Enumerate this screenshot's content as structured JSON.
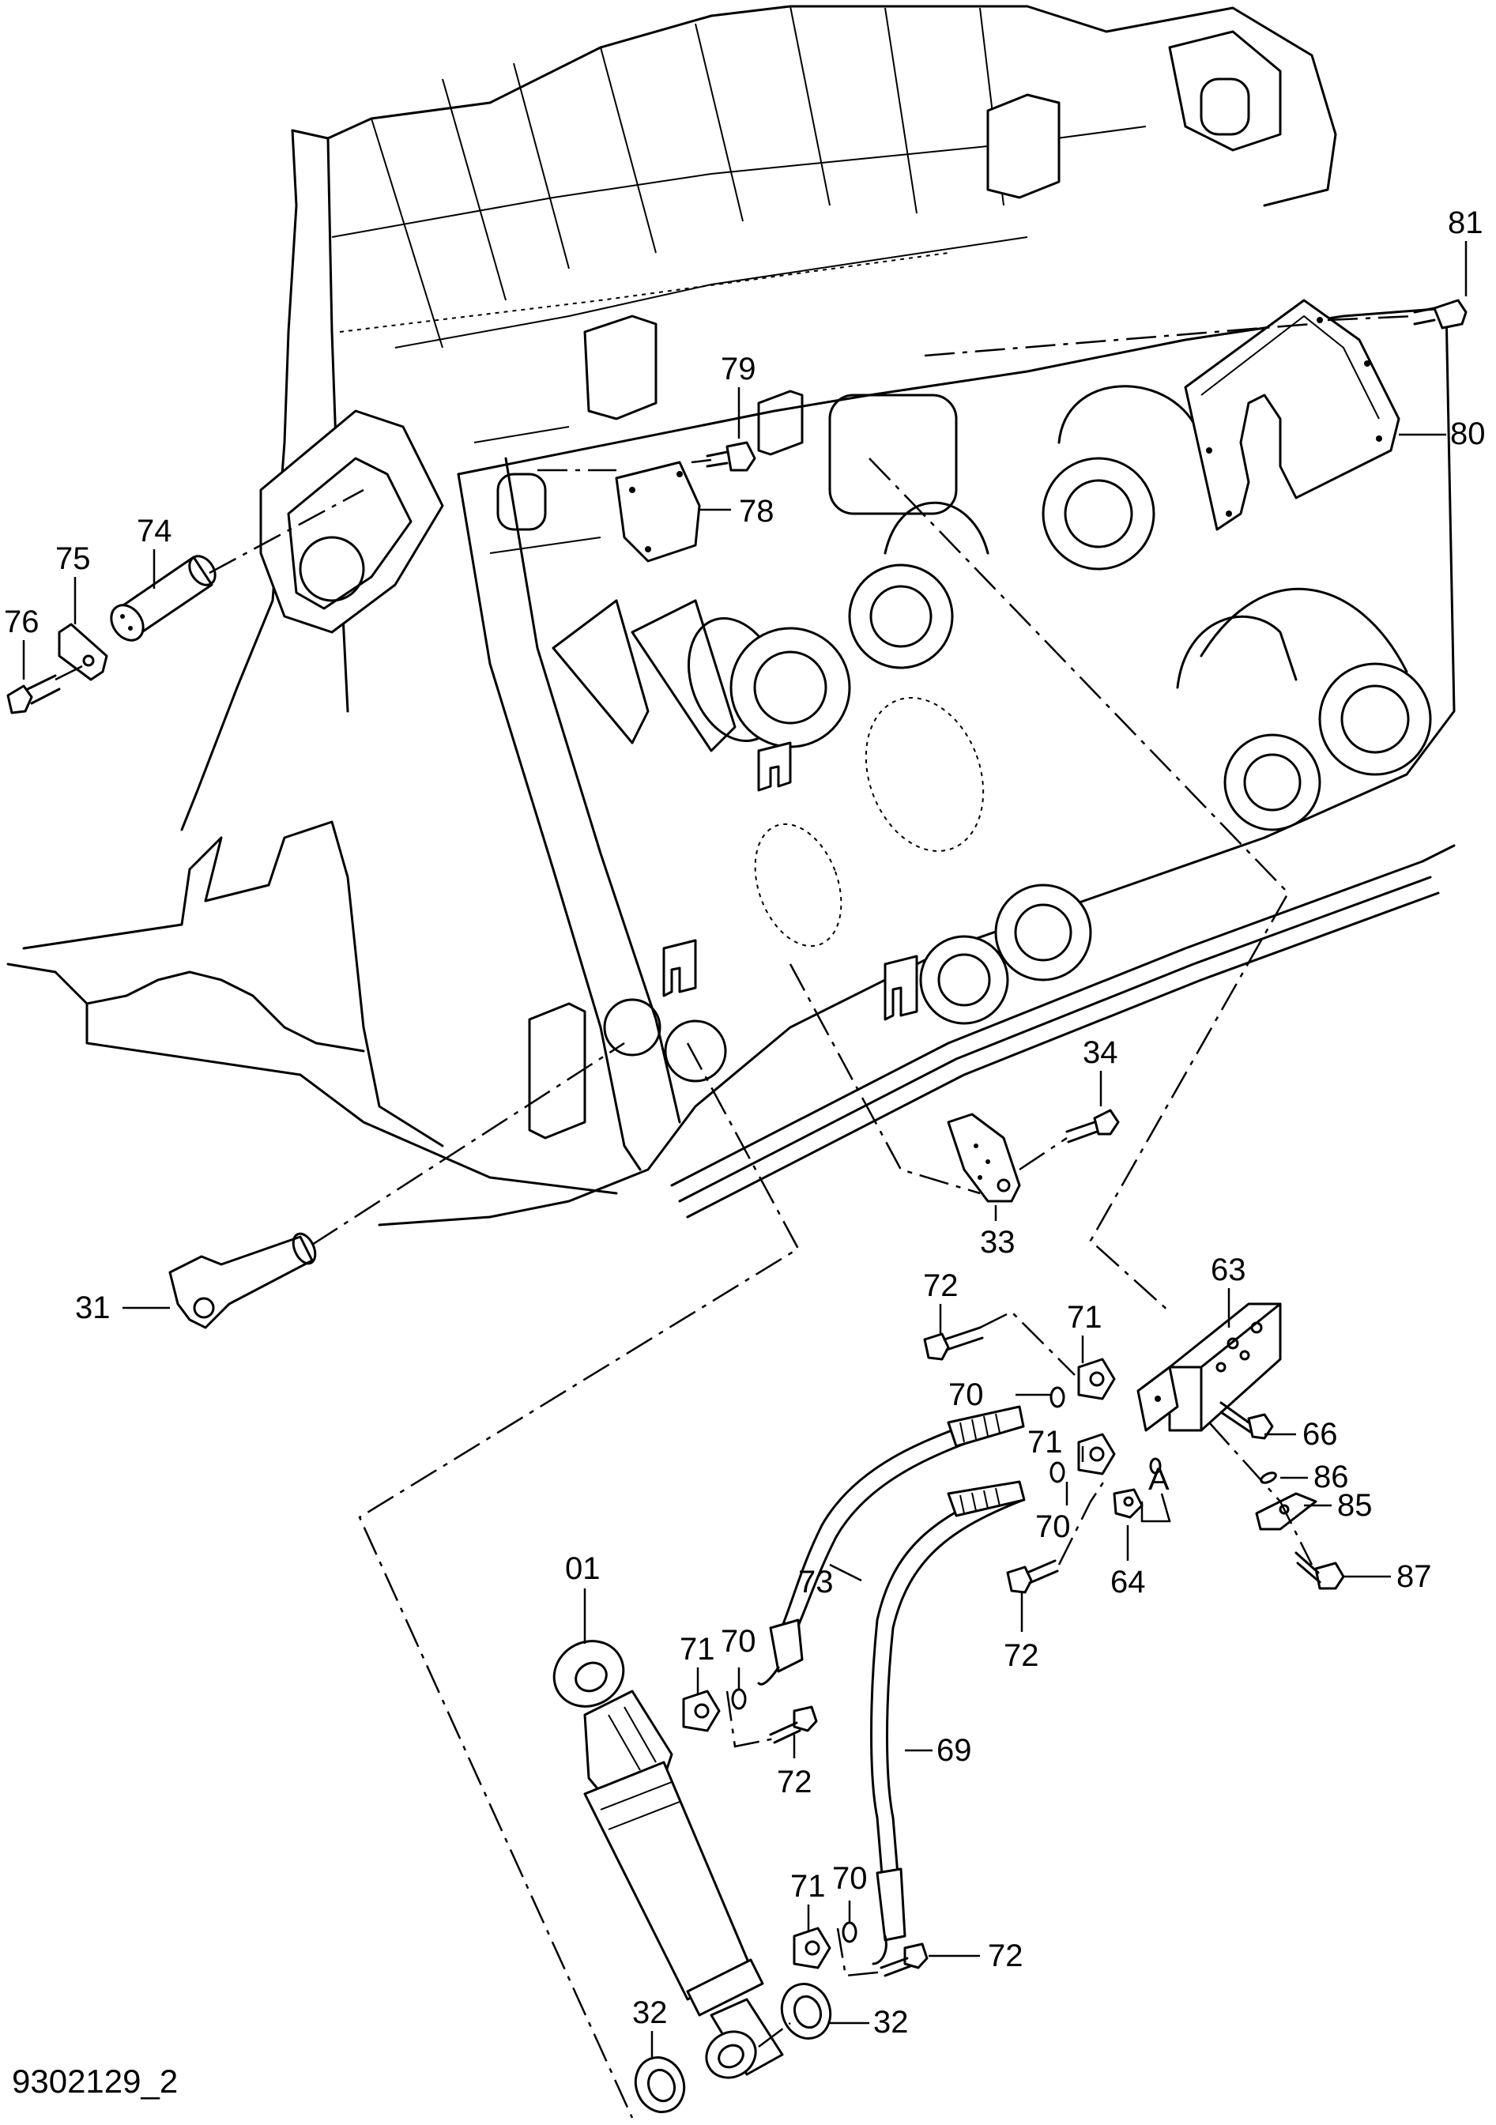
{
  "diagram": {
    "drawing_code": "9302129_2",
    "callouts": {
      "c01": "01",
      "c31": "31",
      "c32a": "32",
      "c32b": "32",
      "c33": "33",
      "c34": "34",
      "c63": "63",
      "c64": "64",
      "c66": "66",
      "c69": "69",
      "c70a": "70",
      "c70b": "70",
      "c70c": "70",
      "c70d": "70",
      "c71a": "71",
      "c71b": "71",
      "c71c": "71",
      "c71d": "71",
      "c72a": "72",
      "c72b": "72",
      "c72c": "72",
      "c72d": "72",
      "c73": "73",
      "c74": "74",
      "c75": "75",
      "c76": "76",
      "c78": "78",
      "c79": "79",
      "c80": "80",
      "c81": "81",
      "c85": "85",
      "c86": "86",
      "c87": "87",
      "cA": "A"
    }
  }
}
